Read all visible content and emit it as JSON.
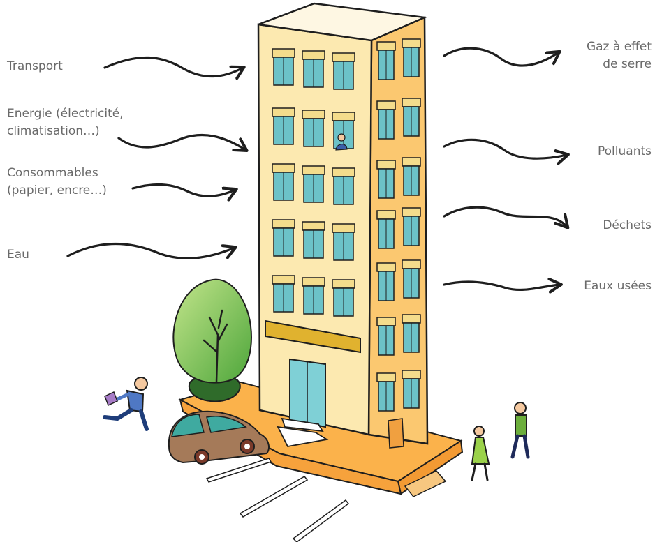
{
  "diagram": {
    "inputs": [
      {
        "id": "transport",
        "lines": [
          "Transport"
        ]
      },
      {
        "id": "energie",
        "lines": [
          "Energie (électricité,",
          "climatisation…)"
        ]
      },
      {
        "id": "consommables",
        "lines": [
          "Consommables",
          "(papier, encre…)"
        ]
      },
      {
        "id": "eau",
        "lines": [
          "Eau"
        ]
      }
    ],
    "outputs": [
      {
        "id": "gaz",
        "lines": [
          "Gaz à effet",
          "de serre"
        ]
      },
      {
        "id": "polluants",
        "lines": [
          "Polluants"
        ]
      },
      {
        "id": "dechets",
        "lines": [
          "Déchets"
        ]
      },
      {
        "id": "eaux-usees",
        "lines": [
          "Eaux usées"
        ]
      }
    ]
  },
  "colors": {
    "text": "#6a6a6a",
    "arrow": "#1e1e1e",
    "facade_front": "#fce9b0",
    "facade_side": "#fbc870",
    "base": "#fbb24b",
    "window_glass": "#6cc2c8",
    "awning": "#f4dc8c"
  }
}
